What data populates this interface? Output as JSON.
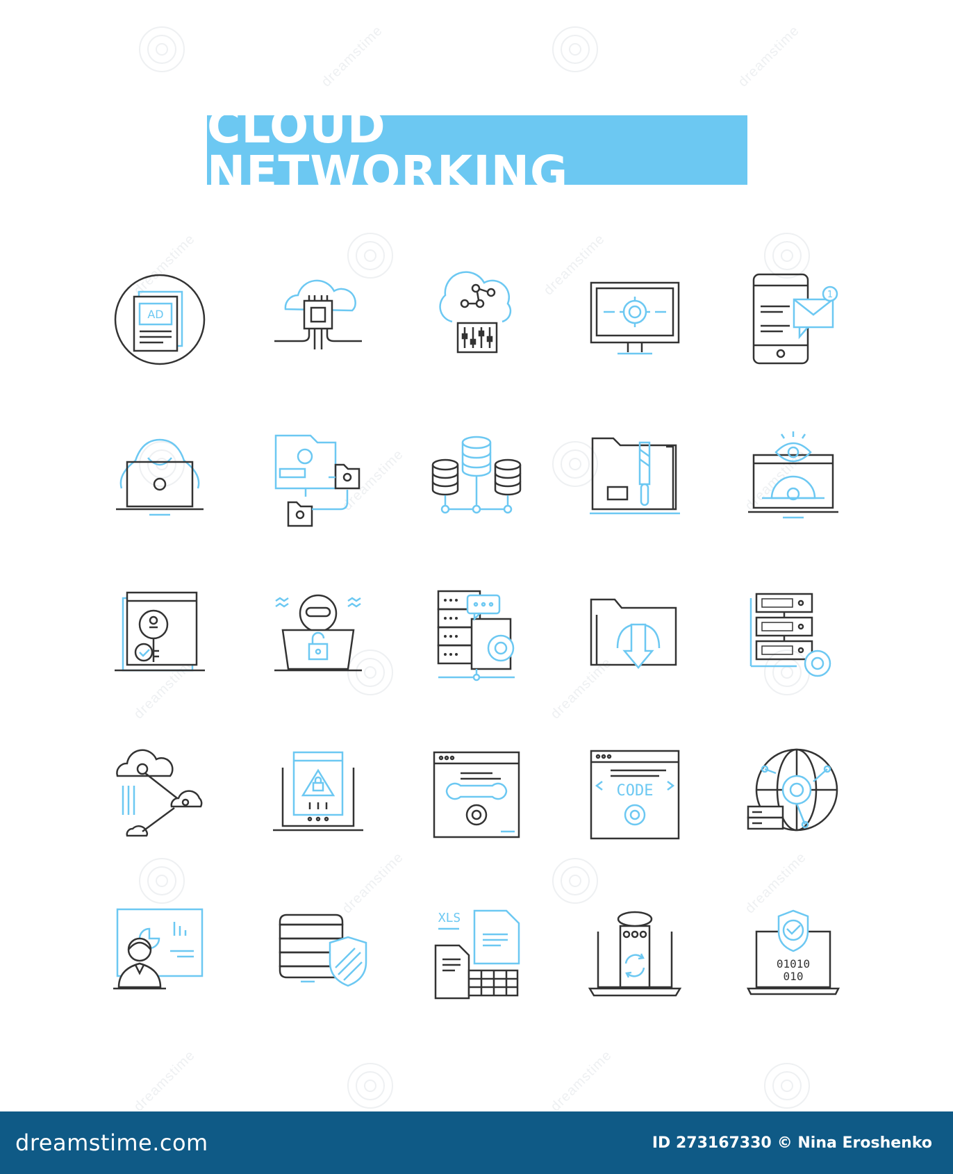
{
  "title": "CLOUD NETWORKING",
  "colors": {
    "accent": "#6cc8f2",
    "stroke": "#333333",
    "footer_bg": "#0f5a86"
  },
  "icons": [
    [
      "ad-document-icon",
      "cloud-chip-icon",
      "cloud-network-controls-icon",
      "monitor-gear-icon",
      "phone-message-icon"
    ],
    [
      "hacker-laptop-icon",
      "file-folders-network-icon",
      "database-network-icon",
      "folder-archive-icon",
      "laptop-eye-gear-icon"
    ],
    [
      "user-key-check-icon",
      "hacker-lock-icon",
      "server-chat-gear-icon",
      "folder-download-icon",
      "server-rack-gear-icon"
    ],
    [
      "cloud-connections-icon",
      "laptop-warning-lock-icon",
      "browser-wrench-gear-icon",
      "browser-code-gear-icon",
      "globe-gear-server-icon"
    ],
    [
      "presenter-dashboard-icon",
      "server-shield-icon",
      "xls-documents-icon",
      "laptop-database-sync-icon",
      "laptop-binary-shield-icon"
    ]
  ],
  "labels": {
    "ad": "AD",
    "code": "CODE",
    "xls": "XLS",
    "binary1": "01010",
    "binary2": "010",
    "badge": "1"
  },
  "footer": {
    "logo": "dreamstime.com",
    "id_label": "ID 273167330",
    "author": "© Nina Eroshenko"
  },
  "watermark": "dreamstime"
}
